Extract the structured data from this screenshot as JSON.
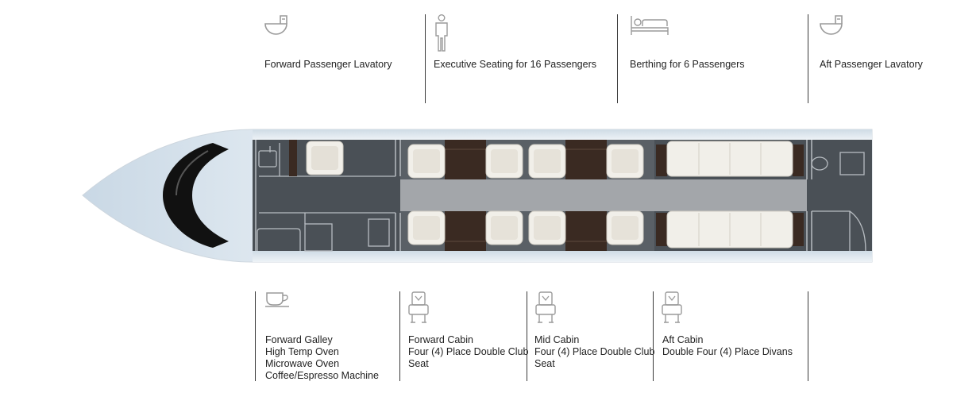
{
  "top_callouts": [
    {
      "icon": "toilet-icon",
      "lines": [
        "Forward Passenger Lavatory"
      ]
    },
    {
      "icon": "person-icon",
      "lines": [
        "Executive Seating for 16 Passengers"
      ]
    },
    {
      "icon": "bed-icon",
      "lines": [
        "Berthing for 6 Passengers"
      ]
    },
    {
      "icon": "toilet-icon",
      "lines": [
        "Aft Passenger Lavatory"
      ]
    }
  ],
  "bottom_callouts": [
    {
      "icon": "coffee-cup-icon",
      "lines": [
        "Forward Galley",
        "High Temp Oven",
        "Microwave Oven",
        "Coffee/Espresso Machine"
      ]
    },
    {
      "icon": "seat-icon",
      "lines": [
        "Forward Cabin",
        "Four (4) Place Double Club",
        "Seat"
      ]
    },
    {
      "icon": "seat-icon",
      "lines": [
        "Mid Cabin",
        "Four (4) Place Double Club",
        "Seat"
      ]
    },
    {
      "icon": "seat-icon",
      "lines": [
        "Aft Cabin",
        "Double Four (4) Place Divans"
      ]
    }
  ],
  "colors": {
    "cabin_floor": "#4a5056",
    "aisle": "#a3a6aa",
    "fuselage": "#e9eff4",
    "table_wood": "#3a2a22",
    "seat": "#f1efe9",
    "divider": "#3a3a3a",
    "icon": "#9a9a9a"
  }
}
